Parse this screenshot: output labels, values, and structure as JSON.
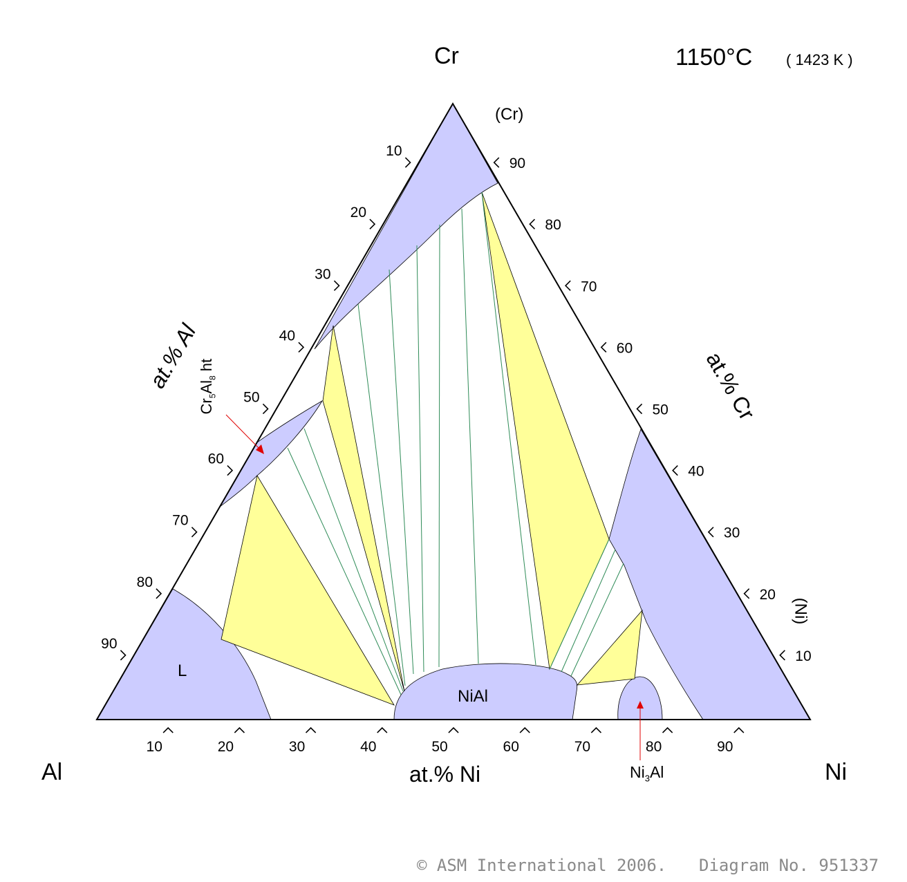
{
  "vertices": {
    "top": "Cr",
    "left": "Al",
    "right": "Ni"
  },
  "temperature": {
    "celsius": "1150°C",
    "kelvin": "( 1423 K )"
  },
  "axes": {
    "bottom_title": "at.% Ni",
    "left_title": "at.% Al",
    "right_title": "at.% Cr",
    "bottom_ticks": [
      "10",
      "20",
      "30",
      "40",
      "50",
      "60",
      "70",
      "80",
      "90"
    ],
    "left_ticks": [
      "10",
      "20",
      "30",
      "40",
      "50",
      "60",
      "70",
      "80",
      "90"
    ],
    "right_ticks": [
      "90",
      "80",
      "70",
      "60",
      "50",
      "40",
      "30",
      "20",
      "10"
    ]
  },
  "phases": {
    "cr": "(Cr)",
    "ni": "(Ni)",
    "liquid": "L",
    "nial": "NiAl",
    "ni3al": {
      "base": "Ni",
      "sub": "3",
      "tail": "Al"
    },
    "cr5al8": {
      "a": "Cr",
      "a_sub": "5",
      "b": "Al",
      "b_sub": "8",
      "tail": " ht"
    }
  },
  "colors": {
    "single_phase": "#ccccff",
    "three_phase": "#ffff99",
    "tie_line": "#2e8b57",
    "arrow": "#e00000"
  },
  "footer": {
    "copyright": "© ASM International 2006.",
    "diagram_no": "Diagram No. 951337"
  }
}
